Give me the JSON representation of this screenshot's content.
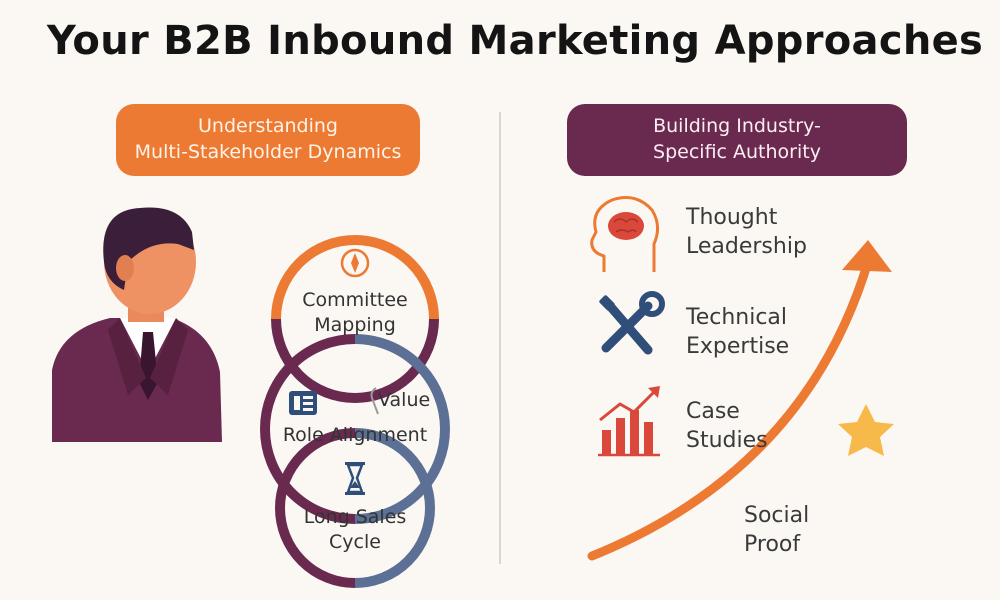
{
  "title": "Your B2B Inbound Marketing Approaches",
  "left": {
    "header_line1": "Understanding",
    "header_line2": "Multi-Stakeholder Dynamics",
    "circles": [
      {
        "line1": "Committee",
        "line2": "Mapping",
        "icon": "compass-icon"
      },
      {
        "line1": "Role Alignment",
        "icon": "document-icon"
      },
      {
        "line1": "Long Sales",
        "line2": "Cycle",
        "icon": "hourglass-icon"
      }
    ],
    "callout": "Value",
    "figure_icon": "businessman-icon"
  },
  "right": {
    "header_line1": "Building Industry-",
    "header_line2": "Specific Authority",
    "items": [
      {
        "line1": "Thought",
        "line2": "Leadership",
        "icon": "brain-head-icon"
      },
      {
        "line1": "Technical",
        "line2": "Expertise",
        "icon": "tools-icon"
      },
      {
        "line1": "Case",
        "line2": "Studies",
        "icon": "growth-chart-icon"
      },
      {
        "line1": "Social",
        "line2": "Proof",
        "icon": "star-icon"
      }
    ]
  },
  "colors": {
    "orange": "#ec7a33",
    "plum": "#6a2a4f",
    "slate_blue": "#5c6f95",
    "red": "#d9483b",
    "navy": "#2f4f7a",
    "star_yellow": "#f6b94a"
  }
}
